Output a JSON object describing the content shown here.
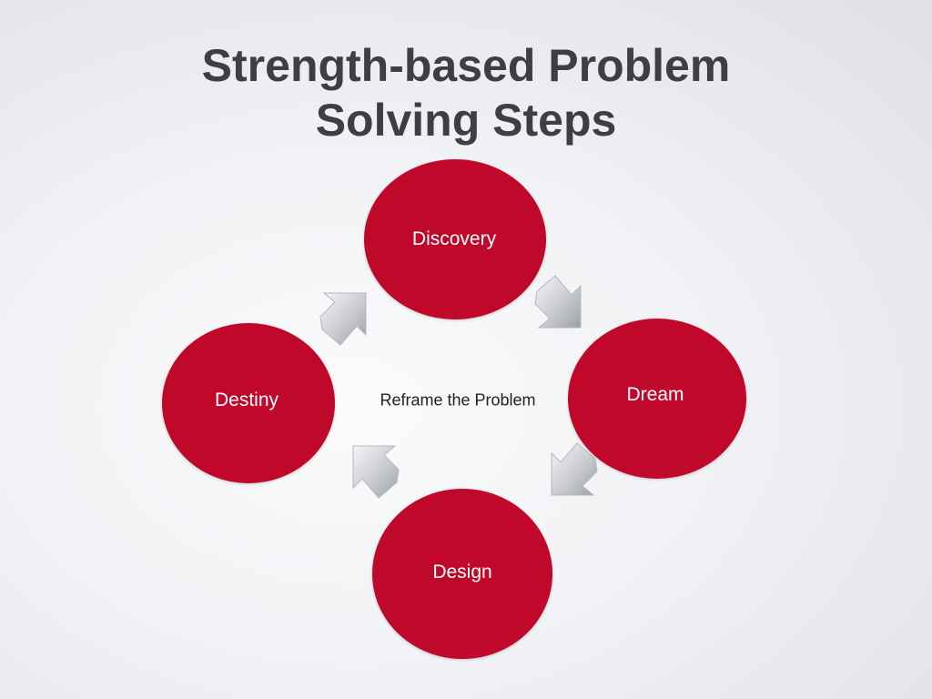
{
  "title": {
    "line1": "Strength-based Problem",
    "line2": "Solving Steps"
  },
  "center": {
    "label": "Reframe the Problem"
  },
  "nodes": {
    "discovery": "Discovery",
    "dream": "Dream",
    "design": "Design",
    "destiny": "Destiny"
  },
  "colors": {
    "node_fill": "#c0092a",
    "title_text": "#3f3f42",
    "center_text": "#222222",
    "arrow_fill": "#c7c9cf"
  },
  "arrows": {
    "icon": "cycle-arrow-icon",
    "direction": "clockwise"
  }
}
